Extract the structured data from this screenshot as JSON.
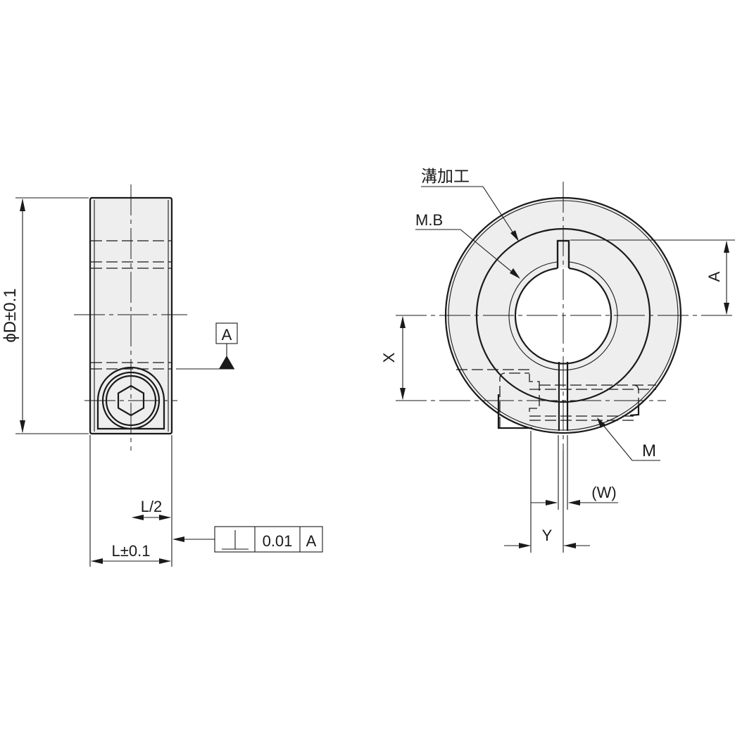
{
  "drawing": {
    "colors": {
      "line": "#1a1a1a",
      "body_fill": "#eeeeee",
      "background": "#ffffff"
    },
    "side_view": {
      "diameter_label": "ϕD±0.1",
      "datum_label": "A",
      "half_length_label": "L/2",
      "length_label": "L±0.1",
      "tolerance_frame": {
        "symbol": "⊥",
        "symbol_name": "perpendicularity",
        "value": "0.01",
        "datum": "A"
      }
    },
    "front_view": {
      "groove_label": "溝加工",
      "mb_label": "M.B",
      "a_label": "A",
      "x_label": "X",
      "m_label": "M",
      "w_label": "(W)",
      "y_label": "Y"
    }
  }
}
